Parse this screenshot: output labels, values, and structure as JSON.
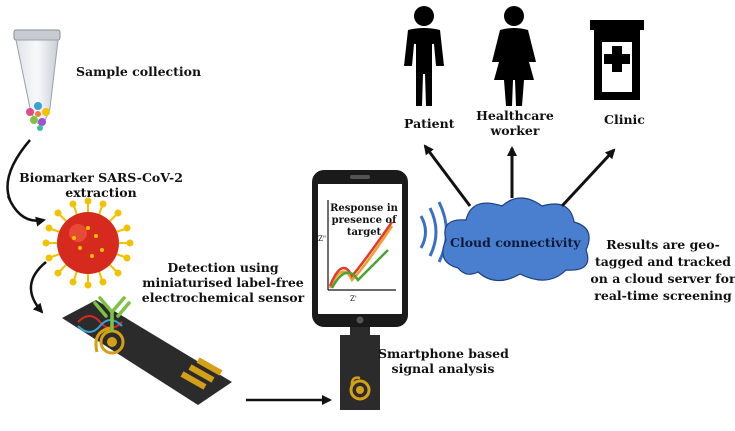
{
  "steps": {
    "sample_collection": "Sample collection",
    "extraction_line1": "Biomarker SARS-CoV-2",
    "extraction_line2": "extraction",
    "detection_line1": "Detection using",
    "detection_line2": "miniaturised label-free",
    "detection_line3": "electrochemical sensor",
    "smartphone_line1": "Smartphone based",
    "smartphone_line2": "signal analysis",
    "cloud": "Cloud connectivity",
    "results_line1": "Results are geo-",
    "results_line2": "tagged and tracked",
    "results_line3": "on a cloud server for",
    "results_line4": "real-time screening"
  },
  "phone_screen": {
    "response_line1": "Response in",
    "response_line2": "presence of",
    "response_line3": "target",
    "y_axis": "Z\"",
    "x_axis": "Z'"
  },
  "recipients": {
    "patient": "Patient",
    "healthcare_line1": "Healthcare",
    "healthcare_line2": "worker",
    "clinic": "Clinic"
  },
  "colors": {
    "cloud_fill": "#4a7fd0",
    "sensor_body": "#2b2b2b",
    "electrode_gold": "#d4a017",
    "antibody_green": "#7dc242",
    "virus_red": "#d62a1e",
    "virus_spikes": "#f2c200",
    "curve_red": "#e53a2a",
    "curve_green": "#4aa334",
    "curve_orange": "#f0a030"
  }
}
